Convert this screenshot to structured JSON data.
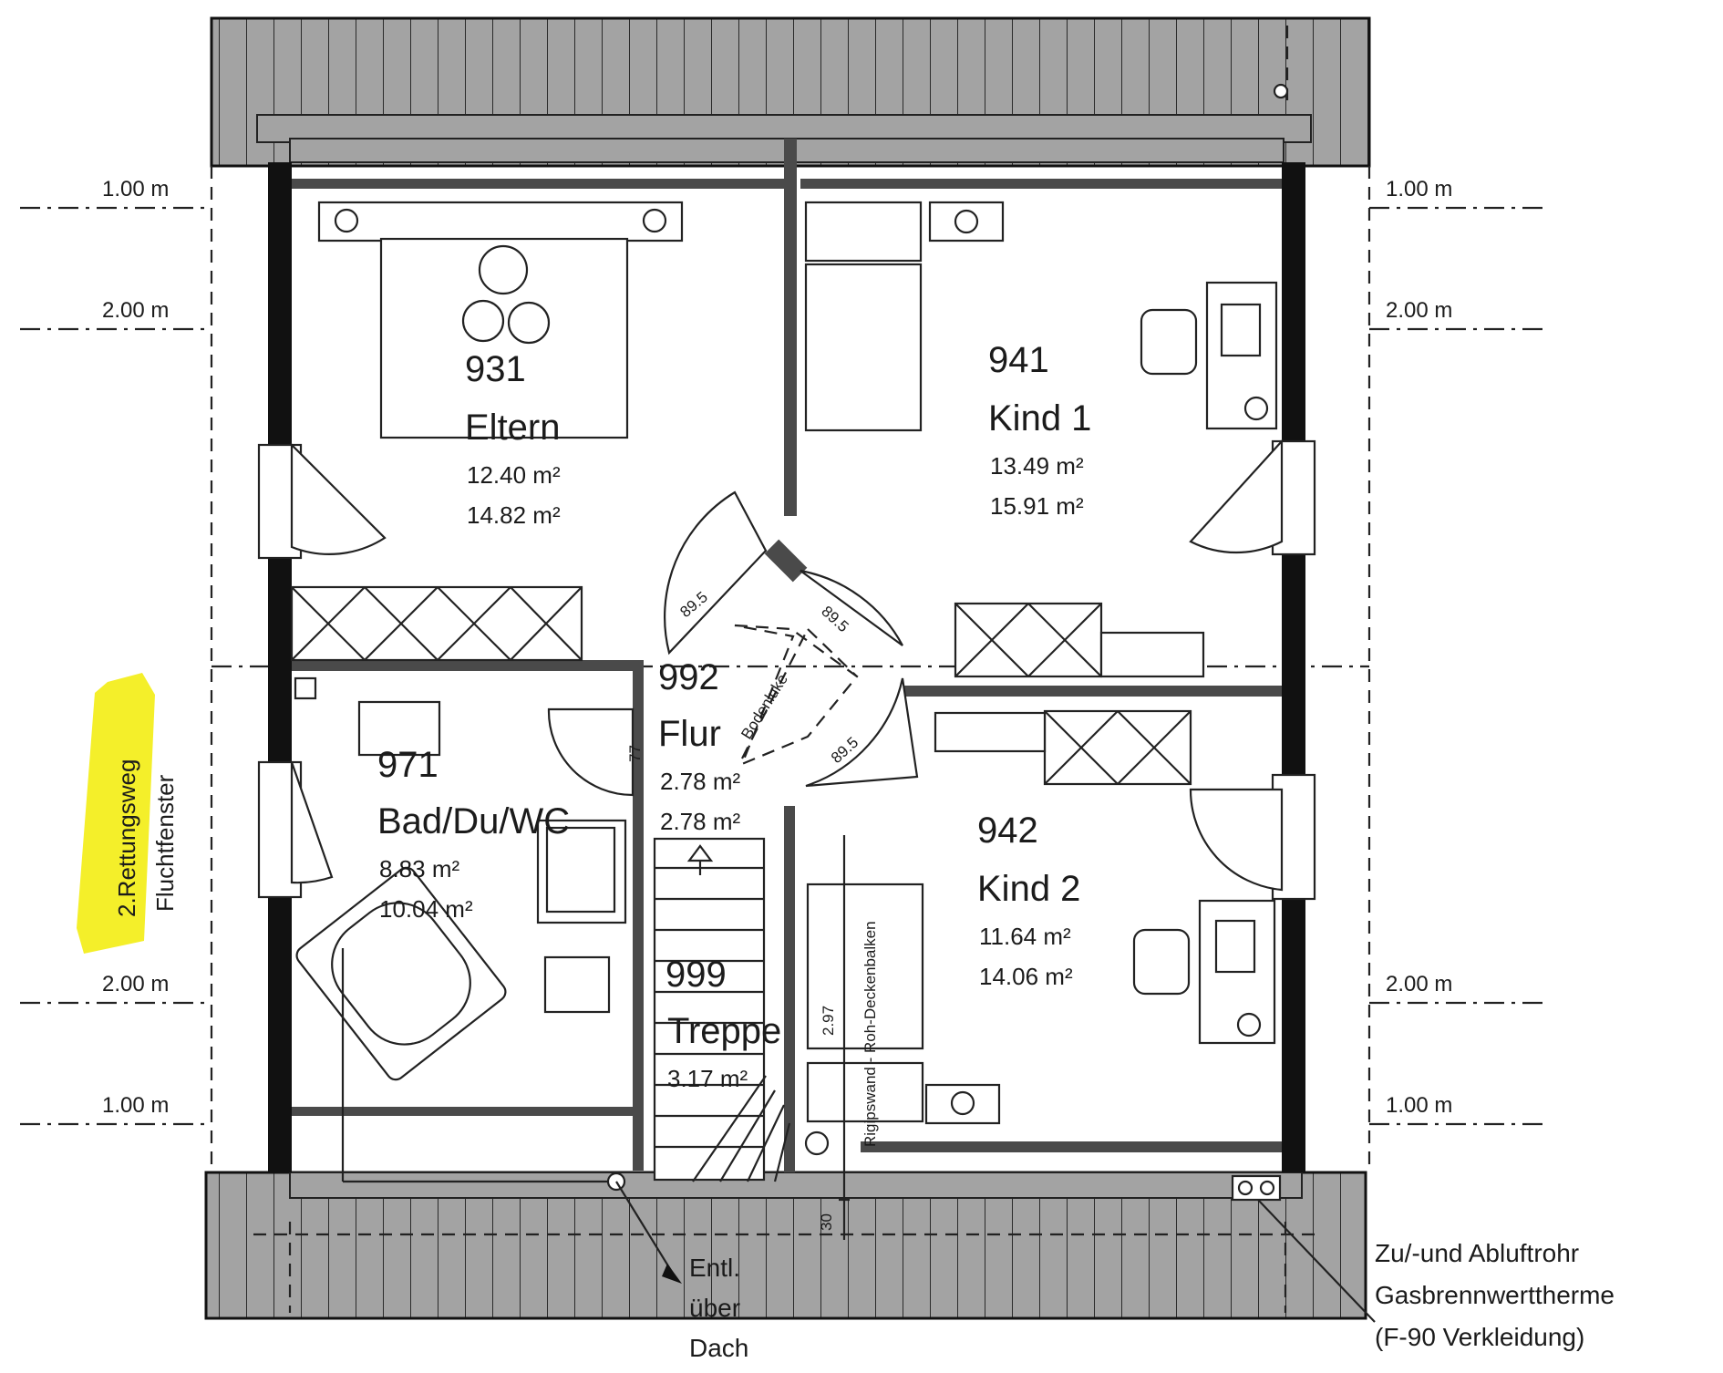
{
  "rooms": {
    "eltern": {
      "number": "931",
      "name": "Eltern",
      "area1": "12.40 m²",
      "area2": "14.82 m²"
    },
    "kind1": {
      "number": "941",
      "name": "Kind 1",
      "area1": "13.49 m²",
      "area2": "15.91 m²"
    },
    "bad": {
      "number": "971",
      "name": "Bad/Du/WC",
      "area1": "8.83 m²",
      "area2": "10.04 m²"
    },
    "flur": {
      "number": "992",
      "name": "Flur",
      "area1": "2.78 m²",
      "area2": "2.78 m²"
    },
    "kind2": {
      "number": "942",
      "name": "Kind 2",
      "area1": "11.64 m²",
      "area2": "14.06 m²"
    },
    "treppe": {
      "number": "999",
      "name": "Treppe",
      "area1": "3.17 m²"
    }
  },
  "height_lines": {
    "left": [
      "1.00 m",
      "2.00 m",
      "2.00 m",
      "1.00 m"
    ],
    "right": [
      "1.00 m",
      "2.00 m",
      "2.00 m",
      "1.00 m"
    ]
  },
  "door_widths": [
    "89.5",
    "89.5",
    "89.5"
  ],
  "dims": {
    "bad_door": "77",
    "stair_width": "2.97",
    "duct": "30"
  },
  "labels": {
    "bodenluke": "Bodenluke",
    "rettungsweg": "2.Rettungsweg",
    "fluchtfenster": "Fluchtfenster",
    "rigipswand": "Rigipswand - Roh-Deckenbalken"
  },
  "notes": {
    "entl": [
      "Entl.",
      "über",
      "Dach"
    ],
    "zuluft": [
      "Zu/-und Abluftrohr",
      "Gasbrennwerttherme",
      "(F-90 Verkleidung)"
    ]
  },
  "colors": {
    "highlight": "#f4ef2a",
    "roof": "#9a9a9a",
    "wall": "#111111"
  }
}
